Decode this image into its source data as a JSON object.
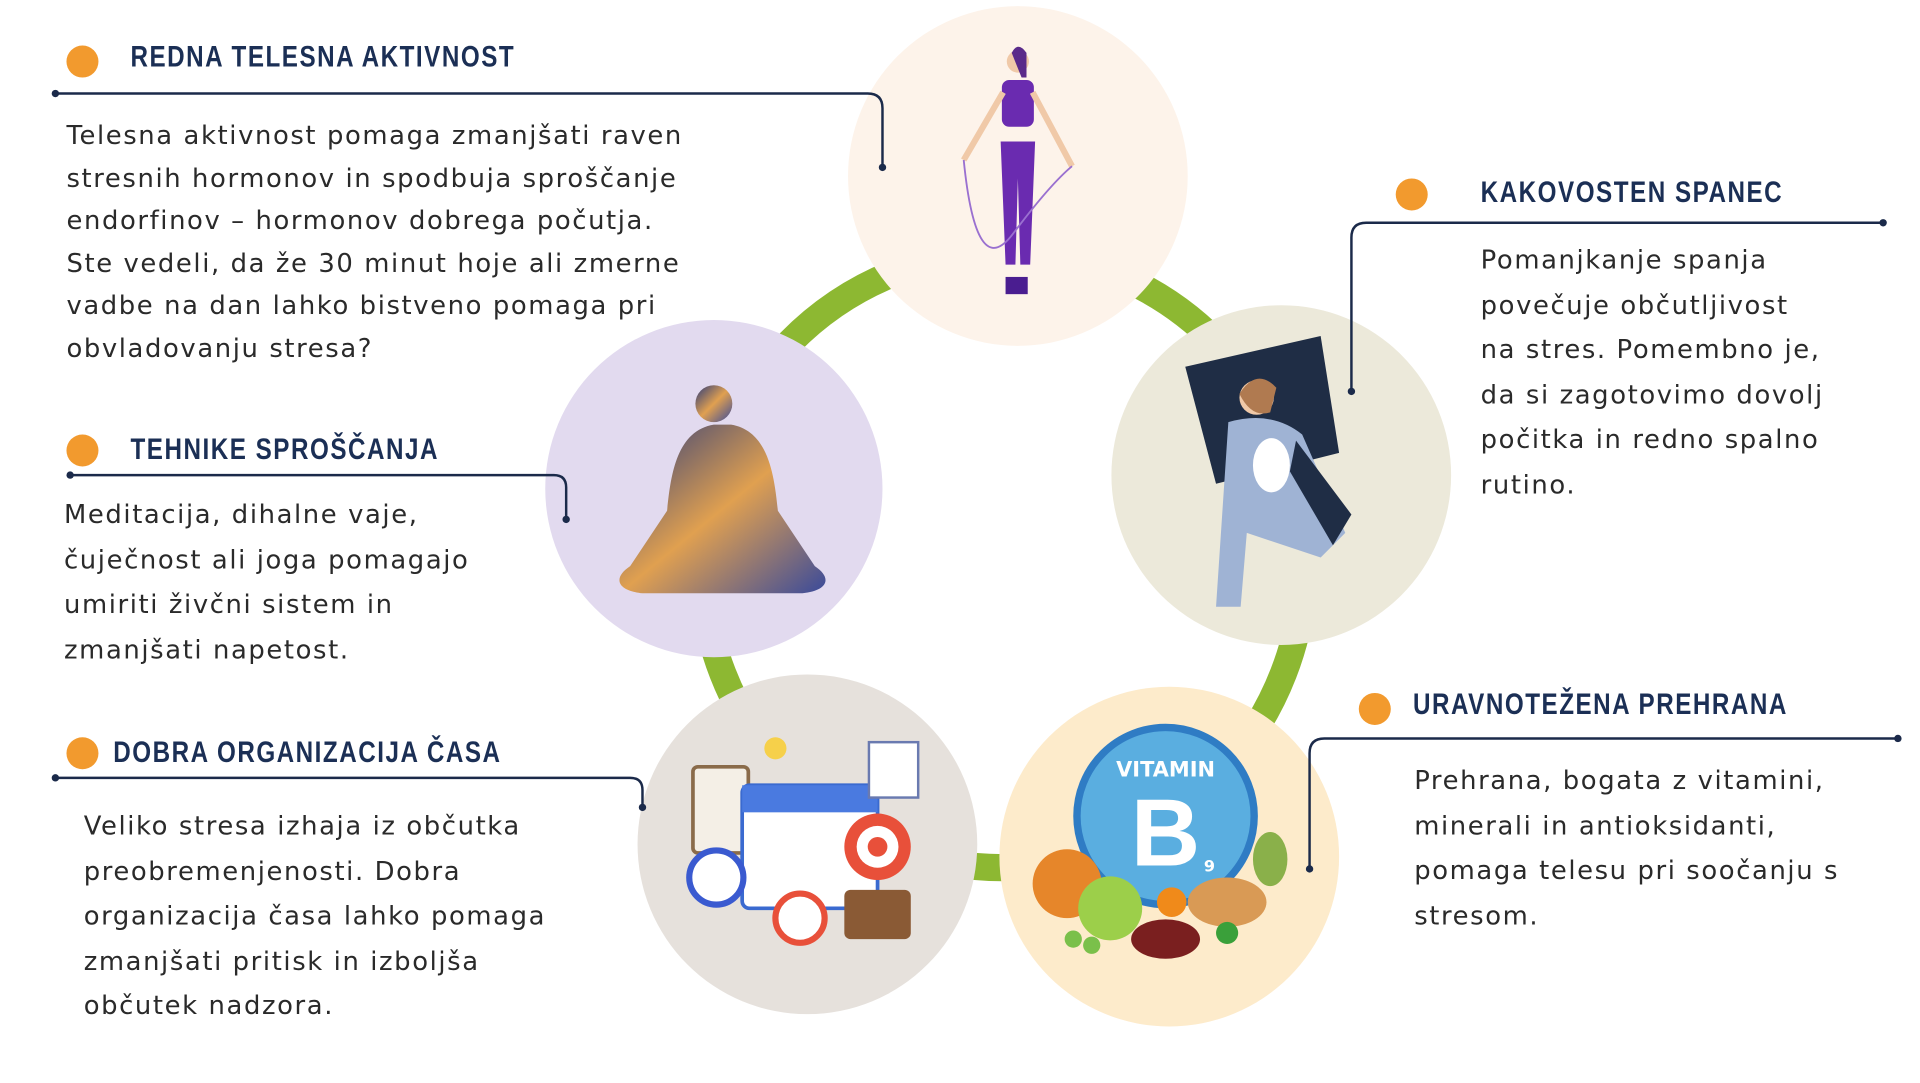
{
  "colors": {
    "accent": "#F29A2E",
    "title": "#1B2F55",
    "ring": "#8DB832"
  },
  "sections": [
    {
      "title": "REDNA TELESNA AKTIVNOST",
      "text": "Telesna aktivnost pomaga zmanjšati raven\nstresnih hormonov in spodbuja sproščanje\nendorfinov – hormonov dobrega počutja.\nSte vedeli, da že 30 minut hoje ali zmerne\nvadbe na dan lahko bistveno pomaga pri\nobvladovanju stresa?"
    },
    {
      "title": "KAKOVOSTEN SPANEC",
      "text": "Pomanjkanje spanja\npovečuje občutljivost\nna stres. Pomembno je,\nda si zagotovimo dovolj\npočitka in redno spalno\nrutino."
    },
    {
      "title": "TEHNIKE SPROŠČANJA",
      "text": "Meditacija, dihalne vaje,\nčuječnost ali joga pomagajo\numiriti živčni sistem in\nzmanjšati napetost."
    },
    {
      "title": "URAVNOTEŽENA PREHRANA",
      "text": "Prehrana, bogata z vitamini,\nminerali in antioksidanti,\npomaga telesu pri soočanju s\nstresom."
    },
    {
      "title": "DOBRA ORGANIZACIJA ČASA",
      "text": "Veliko stresa izhaja iz občutka\npreobremenjenosti. Dobra\norganizacija časa lahko pomaga\nzmanjšati pritisk in izboljša\nobčutek nadzora."
    }
  ],
  "vitamin": {
    "label": "VITAMIN",
    "letter": "B",
    "sub": "9"
  }
}
